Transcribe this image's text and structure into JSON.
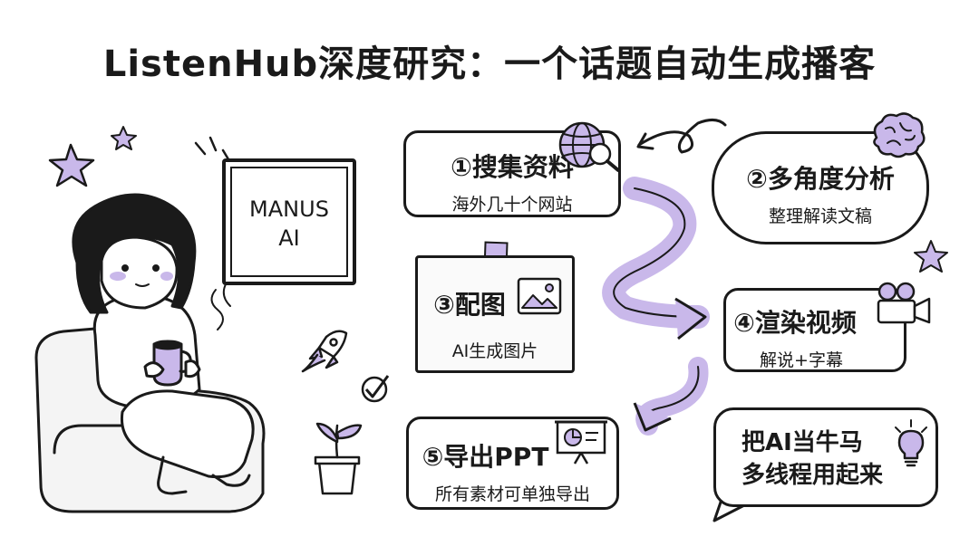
{
  "title": "ListenHub深度研究：一个话题自动生成播客",
  "monitor": {
    "line1": "MANUS",
    "line2": "AI"
  },
  "steps": [
    {
      "title": "①搜集资料",
      "subtitle": "海外几十个网站",
      "icon": "globe-magnifier-icon"
    },
    {
      "title": "②多角度分析",
      "subtitle": "整理解读文稿",
      "icon": "brain-icon"
    },
    {
      "title": "③配图",
      "subtitle": "AI生成图片",
      "icon": "image-icon"
    },
    {
      "title": "④渲染视频",
      "subtitle": "解说+字幕",
      "icon": "film-camera-icon"
    },
    {
      "title": "⑤导出PPT",
      "subtitle": "所有素材可单独导出",
      "icon": "presentation-icon"
    }
  ],
  "bubble": {
    "line1": "把AI当牛马",
    "line2": "多线程用起来",
    "icon": "lightbulb-icon"
  },
  "colors": {
    "accent": "#c9b8ea",
    "accent_dark": "#a48ad6",
    "ink": "#1a1a1a"
  }
}
